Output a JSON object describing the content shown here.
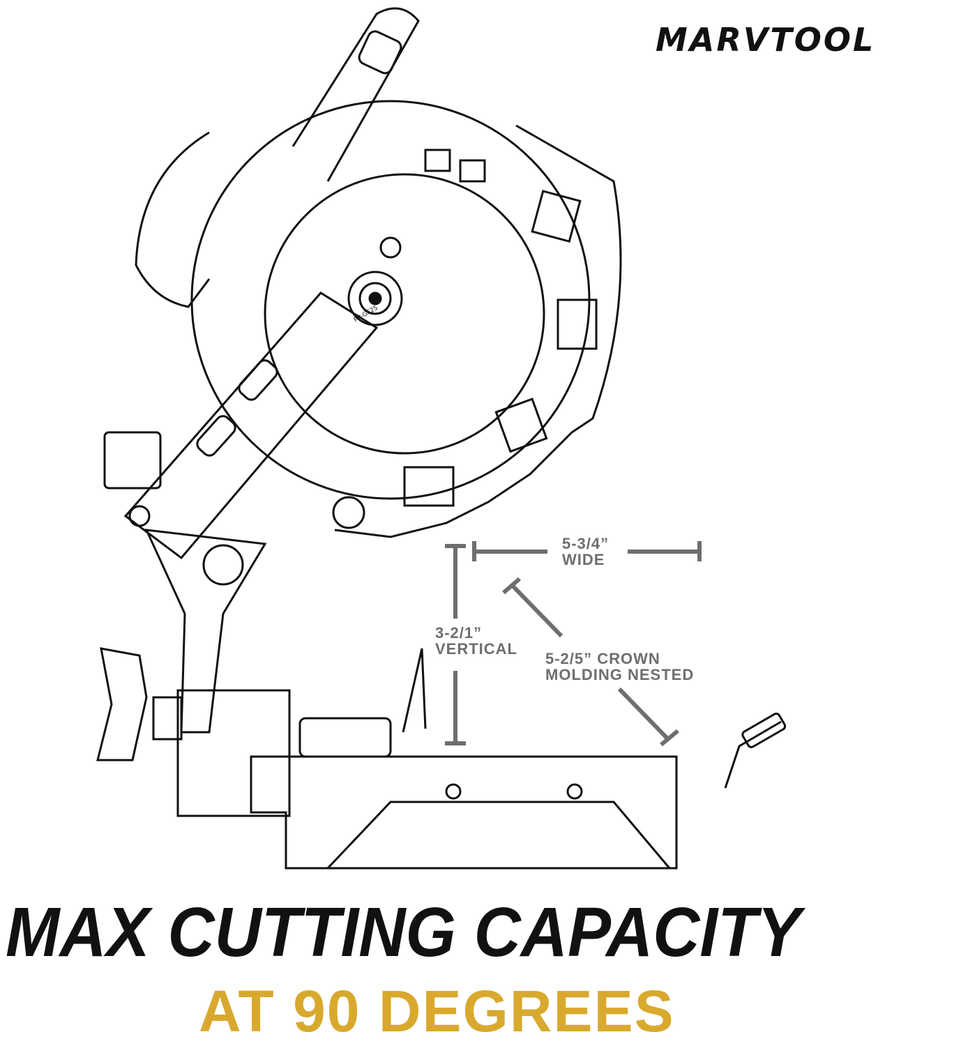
{
  "brand": {
    "logo": "MARVTOOL"
  },
  "diagram": {
    "blade_washer_label": "PP-GF25",
    "dimensions": {
      "wide": {
        "value": "5-3/4”",
        "label": "WIDE"
      },
      "vertical": {
        "value": "3-2/1”",
        "label": "VERTICAL"
      },
      "crown": {
        "line1": "5-2/5” CROWN",
        "line2": "MOLDING NESTED"
      }
    },
    "colors": {
      "dimension": "#6e6e6e",
      "accent": "#d9a92e",
      "text": "#111111"
    }
  },
  "headline": {
    "title": "MAX CUTTING CAPACITY",
    "subtitle": "AT 90 DEGREES"
  }
}
